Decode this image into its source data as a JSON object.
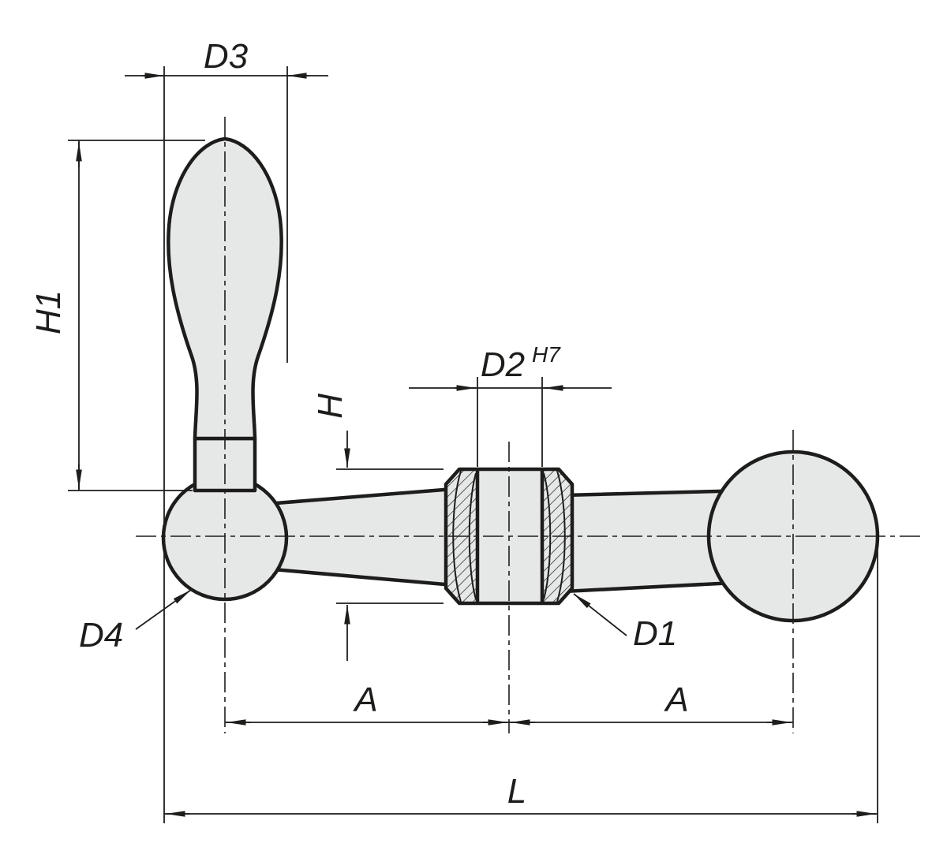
{
  "drawing": {
    "colors": {
      "line": "#1d1d1b",
      "part_fill": "#e6e8e7",
      "background": "#ffffff"
    },
    "dimensions": {
      "d3": "D3",
      "h1": "H1",
      "h": "H",
      "d2": "D2",
      "d2_tolerance": "H7",
      "d4": "D4",
      "d1": "D1",
      "a_left": "A",
      "a_right": "A",
      "l": "L"
    }
  }
}
